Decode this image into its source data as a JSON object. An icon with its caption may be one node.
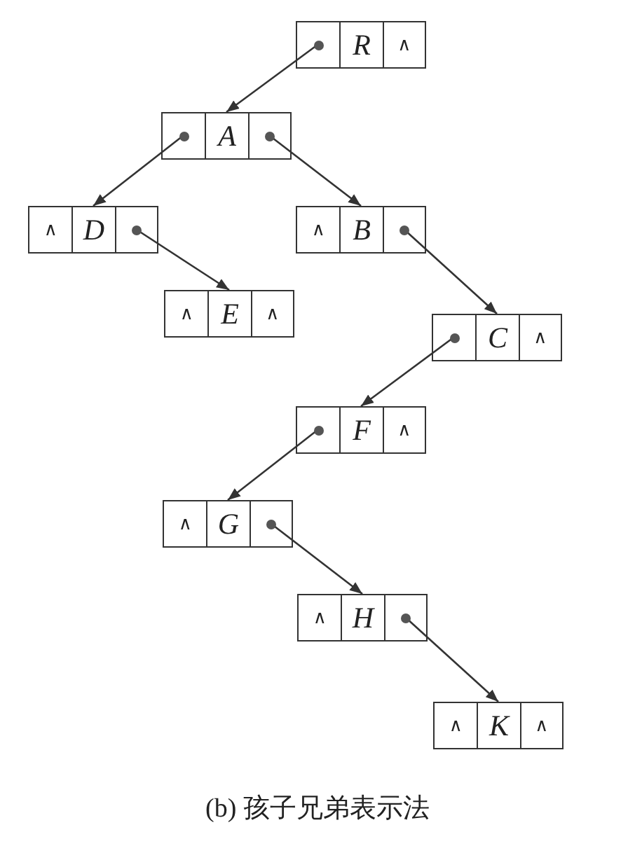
{
  "diagram": {
    "caption": "(b) 孩子兄弟表示法",
    "nodes": [
      {
        "text": [
          "R",
          "∧"
        ]
      },
      {
        "text": [
          "A"
        ]
      },
      {
        "text": [
          "∧",
          "D"
        ]
      },
      {
        "text": [
          "∧",
          "B"
        ]
      },
      {
        "text": [
          "∧",
          "E",
          "∧"
        ]
      },
      {
        "text": [
          "C",
          "∧"
        ]
      },
      {
        "text": [
          "F",
          "∧"
        ]
      },
      {
        "text": [
          "∧",
          "G"
        ]
      },
      {
        "text": [
          "∧",
          "H"
        ]
      },
      {
        "text": [
          "∧",
          "K",
          "∧"
        ]
      }
    ],
    "edges": [
      {
        "from": 0,
        "to": 1,
        "arrow": "to"
      },
      {
        "from": 1,
        "to": 2,
        "arrow": "to"
      },
      {
        "from": 1,
        "to": 3,
        "arrow": "to"
      },
      {
        "from": 2,
        "to": 4,
        "arrow": "to"
      },
      {
        "from": 3,
        "to": 5,
        "arrow": "to"
      },
      {
        "from": 5,
        "to": 6,
        "arrow": "to"
      },
      {
        "from": 6,
        "to": 7,
        "arrow": "to"
      },
      {
        "from": 7,
        "to": 8,
        "arrow": "to"
      },
      {
        "from": 8,
        "to": 9,
        "arrow": "to"
      }
    ]
  }
}
